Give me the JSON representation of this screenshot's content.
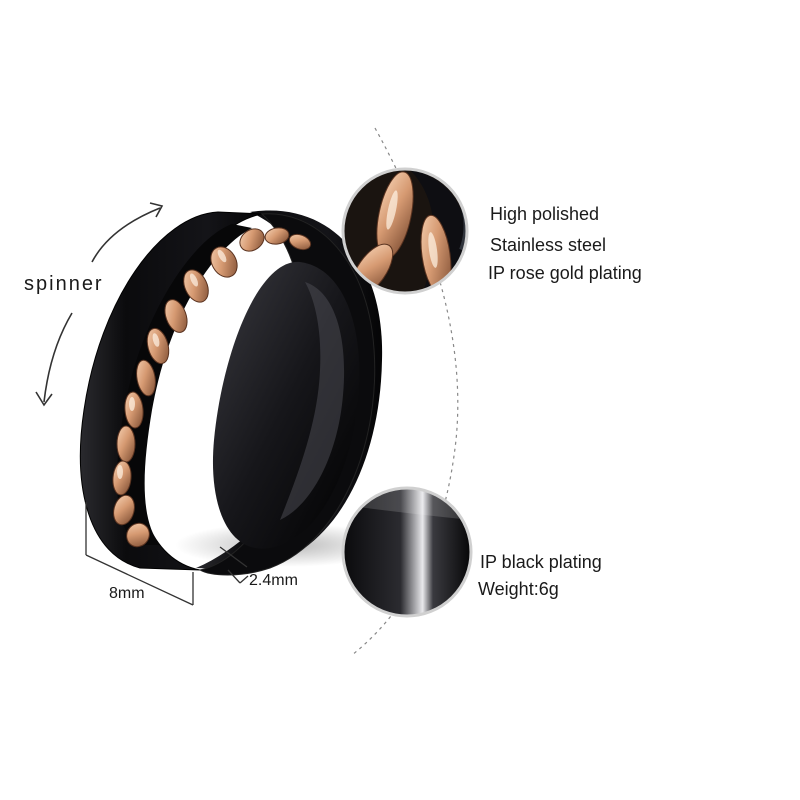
{
  "labels": {
    "spinner": "spinner",
    "width": "8mm",
    "thickness": "2.4mm"
  },
  "features": {
    "chain": [
      "High polished",
      "Stainless steel",
      "IP rose gold plating"
    ],
    "band": [
      "IP black plating",
      "Weight:6g"
    ]
  },
  "colors": {
    "background": "#ffffff",
    "band_black": "#0d0d0f",
    "chain_rose_gold": "#d69a72",
    "text": "#1a1a1a"
  },
  "icons": [
    "curved-arrow-up-icon",
    "curved-arrow-down-icon"
  ]
}
